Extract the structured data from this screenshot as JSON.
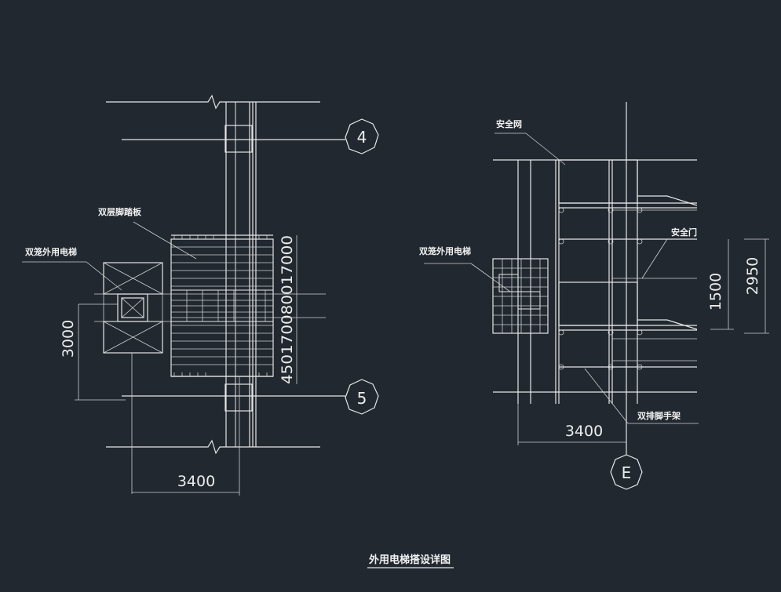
{
  "title": "外用电梯搭设详图",
  "left_view": {
    "label_double_platform": "双层脚踏板",
    "label_elevator": "双笼外用电梯",
    "axis_4": "4",
    "axis_5": "5",
    "dim_3000": "3000",
    "dim_3400": "3400",
    "dim_stack": "450170080017000"
  },
  "right_view": {
    "label_safety_net": "安全网",
    "label_elevator": "双笼外用电梯",
    "label_safety_door": "安全门",
    "label_scaffold": "双排脚手架",
    "axis_e": "E",
    "dim_1500": "1500",
    "dim_2950": "2950",
    "dim_3400": "3400"
  },
  "colors": {
    "background": "#212830",
    "line": "#e6e6e6"
  }
}
